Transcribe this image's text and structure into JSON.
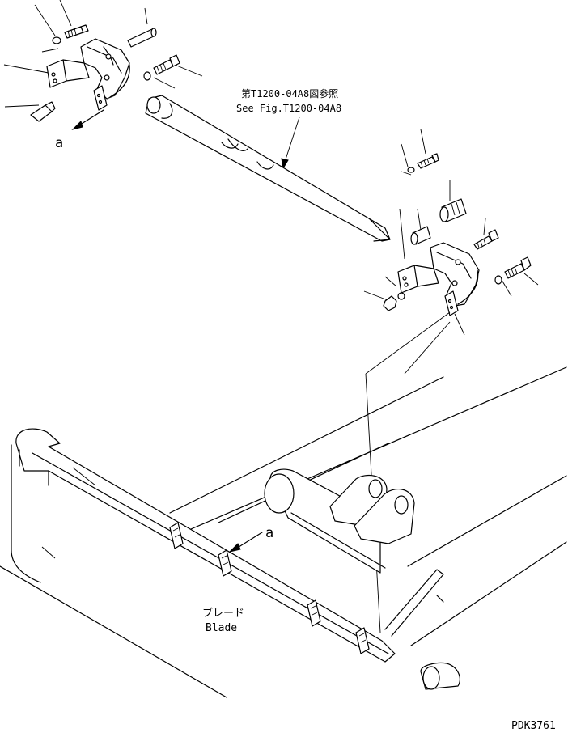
{
  "labels": {
    "ref_jp": "第T1200-04A8図参照",
    "ref_en": "See Fig.T1200-04A8",
    "view_a_top": "a",
    "view_a_blade": "a",
    "blade_jp": "ブレード",
    "blade_en": "Blade",
    "drawing_code": "PDK3761"
  }
}
